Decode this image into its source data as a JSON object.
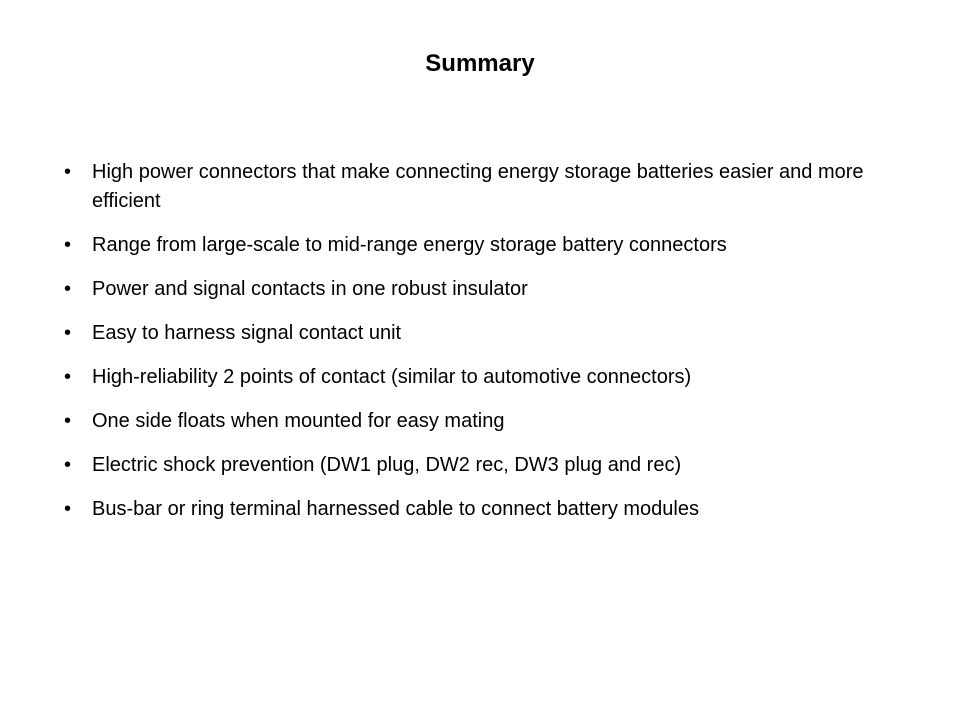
{
  "slide": {
    "title": "Summary",
    "bullet_glyph": "•",
    "bullets": [
      "High power connectors that make connecting energy storage batteries easier and more efficient",
      "Range from large-scale to mid-range energy storage battery connectors",
      "Power and signal contacts in one robust insulator",
      "Easy to harness signal contact unit",
      "High-reliability 2 points of contact (similar to automotive connectors)",
      "One side floats when mounted for easy mating",
      "Electric shock prevention (DW1 plug, DW2 rec, DW3 plug and rec)",
      "Bus-bar or ring terminal harnessed cable to connect battery modules"
    ]
  }
}
